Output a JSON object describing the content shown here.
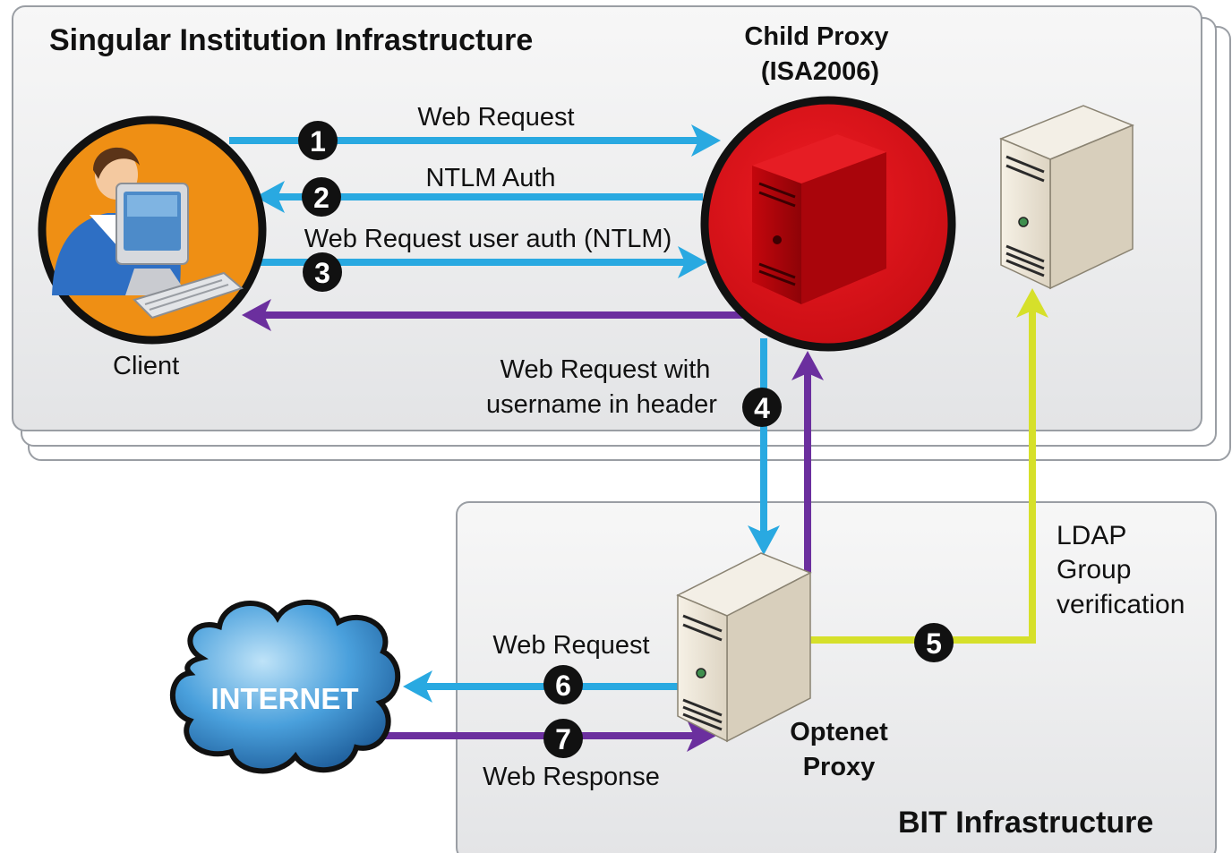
{
  "zones": {
    "institution": {
      "title": "Singular Institution Infrastructure"
    },
    "bit": {
      "title": "BIT Infrastructure"
    }
  },
  "nodes": {
    "client": {
      "label": "Client"
    },
    "child_proxy": {
      "label_line1": "Child Proxy",
      "label_line2": "(ISA2006)"
    },
    "optenet_proxy": {
      "label_line1": "Optenet",
      "label_line2": "Proxy"
    },
    "internet": {
      "label": "INTERNET"
    },
    "ldap": {
      "label_line1": "LDAP",
      "label_line2": "Group",
      "label_line3": "verification"
    }
  },
  "flows": {
    "step1": {
      "number": "1",
      "label": "Web Request"
    },
    "step2": {
      "number": "2",
      "label": "NTLM Auth"
    },
    "step3": {
      "number": "3",
      "label": "Web Request user auth (NTLM)"
    },
    "step4": {
      "number": "4",
      "label_line1": "Web Request with",
      "label_line2": "username in header"
    },
    "step5": {
      "number": "5"
    },
    "step6": {
      "number": "6",
      "label": "Web Request"
    },
    "step7": {
      "number": "7",
      "label": "Web Response"
    }
  },
  "colors": {
    "request_arrow": "#29a9e1",
    "response_arrow": "#6b2f9e",
    "ldap_arrow": "#d6e02a",
    "child_proxy_fill": "#d9141b",
    "client_fill": "#ef8f14",
    "cloud_fill": "#3d8fd0"
  },
  "icons": {
    "client": "user-at-computer-icon",
    "server": "server-tower-icon",
    "cloud": "cloud-icon"
  }
}
